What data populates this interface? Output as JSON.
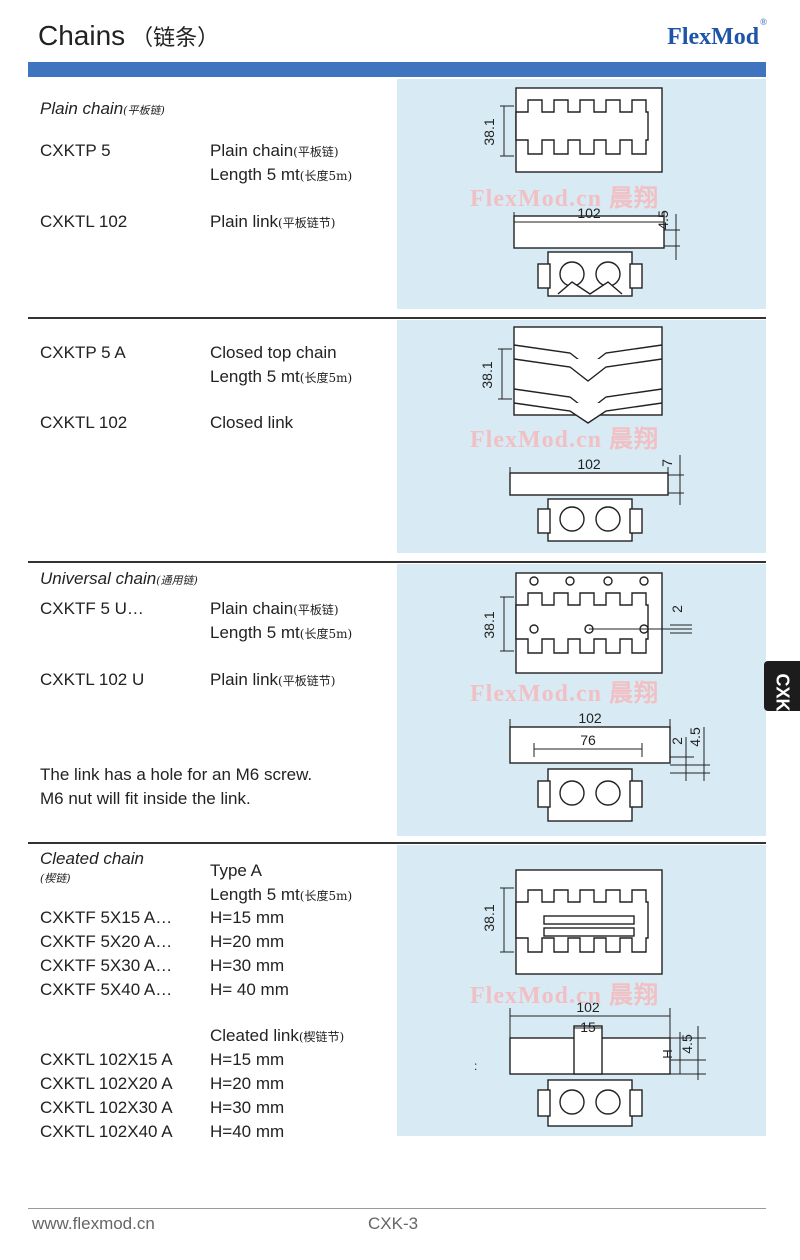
{
  "header": {
    "title": "Chains",
    "title_cn": "（链条）",
    "logo": "FlexMod",
    "logo_mark": "®"
  },
  "watermark": "FlexMod.cn 晨翔",
  "side_tab": "CXK",
  "sections": [
    {
      "title": "Plain chain",
      "title_cn": "(平板链)",
      "rows": [
        {
          "code": "CXKTP 5",
          "desc": "Plain chain",
          "desc_cn": "(平板链)"
        },
        {
          "desc": "Length 5 mt",
          "desc_cn": "(长度5m)"
        },
        {
          "code": "CXKTL 102",
          "desc": "Plain link",
          "desc_cn": "(平板链节)"
        }
      ],
      "dims": {
        "pitch": "38.1",
        "width": "102",
        "height": "4.5"
      }
    },
    {
      "rows": [
        {
          "code": "CXKTP 5 A",
          "desc": "Closed top chain"
        },
        {
          "desc": "Length 5 mt",
          "desc_cn": "(长度5m)"
        },
        {
          "code": "CXKTL 102",
          "desc": "Closed link"
        }
      ],
      "dims": {
        "pitch": "38.1",
        "width": "102",
        "height": "7"
      }
    },
    {
      "title": "Universal chain",
      "title_cn": "(通用链)",
      "rows": [
        {
          "code": "CXKTF 5 U…",
          "desc": "Plain chain",
          "desc_cn": "(平板链)"
        },
        {
          "desc": "Length 5 mt",
          "desc_cn": "(长度5m)"
        },
        {
          "code": "CXKTL 102 U",
          "desc": "Plain link",
          "desc_cn": "(平板链节)"
        }
      ],
      "note": [
        "The link has a hole for an M6 screw.",
        "M6 nut will fit inside the link."
      ],
      "dims": {
        "pitch": "38.1",
        "hole": "2",
        "width": "102",
        "inner": "76",
        "h1": "2",
        "h2": "4.5"
      }
    },
    {
      "title": "Cleated chain",
      "title_cn": "(楔链)",
      "type_label": "Type A",
      "length": {
        "text": "Length 5 mt",
        "cn": "(长度5m)"
      },
      "chains": [
        {
          "code": "CXKTF 5X15 A…",
          "h": "H=15 mm"
        },
        {
          "code": "CXKTF 5X20 A…",
          "h": "H=20 mm"
        },
        {
          "code": "CXKTF 5X30 A…",
          "h": "H=30 mm"
        },
        {
          "code": "CXKTF 5X40 A…",
          "h": "H= 40 mm"
        }
      ],
      "link_label": {
        "text": "Cleated link",
        "cn": "(楔链节)"
      },
      "links": [
        {
          "code": "CXKTL 102X15 A",
          "h": "H=15 mm"
        },
        {
          "code": "CXKTL 102X20 A",
          "h": "H=20 mm"
        },
        {
          "code": "CXKTL 102X30 A",
          "h": "H=30 mm"
        },
        {
          "code": "CXKTL 102X40 A",
          "h": "H=40 mm"
        }
      ],
      "dims": {
        "pitch": "38.1",
        "width": "102",
        "cleat": "15",
        "H": "H",
        "height": "4.5",
        "colon": ":"
      }
    }
  ],
  "footer": {
    "url": "www.flexmod.cn",
    "page": "CXK-3"
  }
}
